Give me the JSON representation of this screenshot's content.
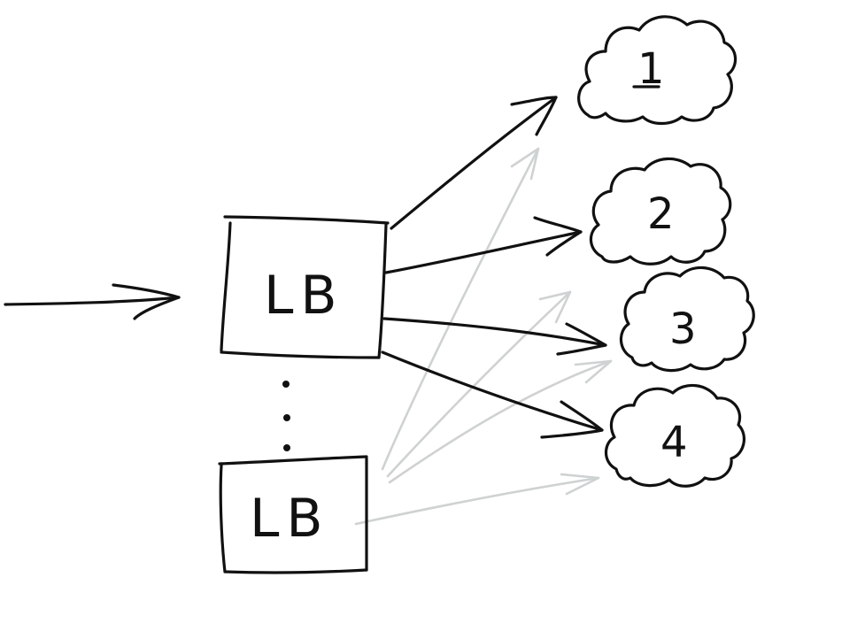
{
  "diagram": {
    "load_balancers": [
      {
        "label": "LB"
      },
      {
        "label": "LB"
      }
    ],
    "servers": [
      {
        "label": "1"
      },
      {
        "label": "2"
      },
      {
        "label": "3"
      },
      {
        "label": "4"
      }
    ],
    "colors": {
      "ink": "#111111",
      "faint_arrow": "#cfd2d2",
      "background": "#ffffff"
    }
  }
}
